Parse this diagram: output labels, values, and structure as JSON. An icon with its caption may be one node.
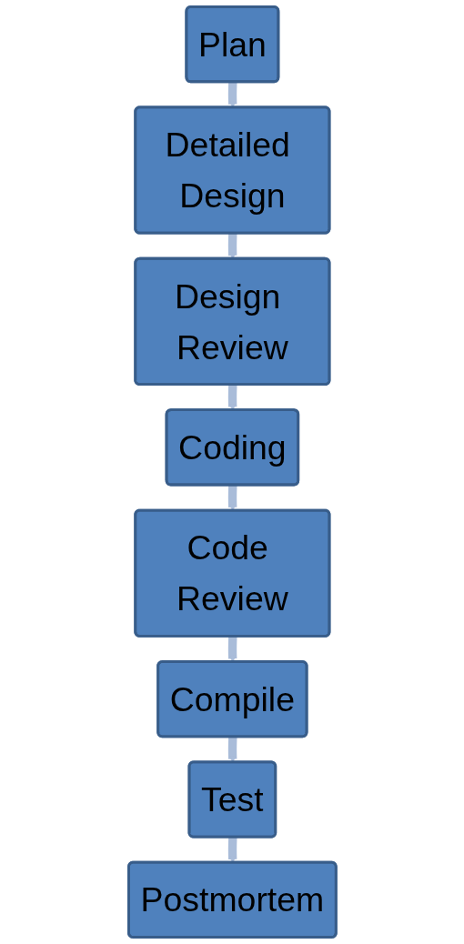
{
  "diagram": {
    "nodes": [
      {
        "text": [
          "Plan"
        ]
      },
      {
        "text": [
          "Detailed Design"
        ]
      },
      {
        "text": [
          "Design Review"
        ]
      },
      {
        "text": [
          "Coding"
        ]
      },
      {
        "text": [
          "Code Review"
        ]
      },
      {
        "text": [
          "Compile"
        ]
      },
      {
        "text": [
          "Test"
        ]
      },
      {
        "text": [
          "Postmortem"
        ]
      }
    ],
    "edges": [
      {
        "from": 0,
        "to": 1,
        "arrow": "to"
      },
      {
        "from": 1,
        "to": 2,
        "arrow": "to"
      },
      {
        "from": 2,
        "to": 3,
        "arrow": "to"
      },
      {
        "from": 3,
        "to": 4,
        "arrow": "to"
      },
      {
        "from": 4,
        "to": 5,
        "arrow": "to"
      },
      {
        "from": 5,
        "to": 6,
        "arrow": "to"
      },
      {
        "from": 6,
        "to": 7,
        "arrow": "to"
      }
    ]
  }
}
